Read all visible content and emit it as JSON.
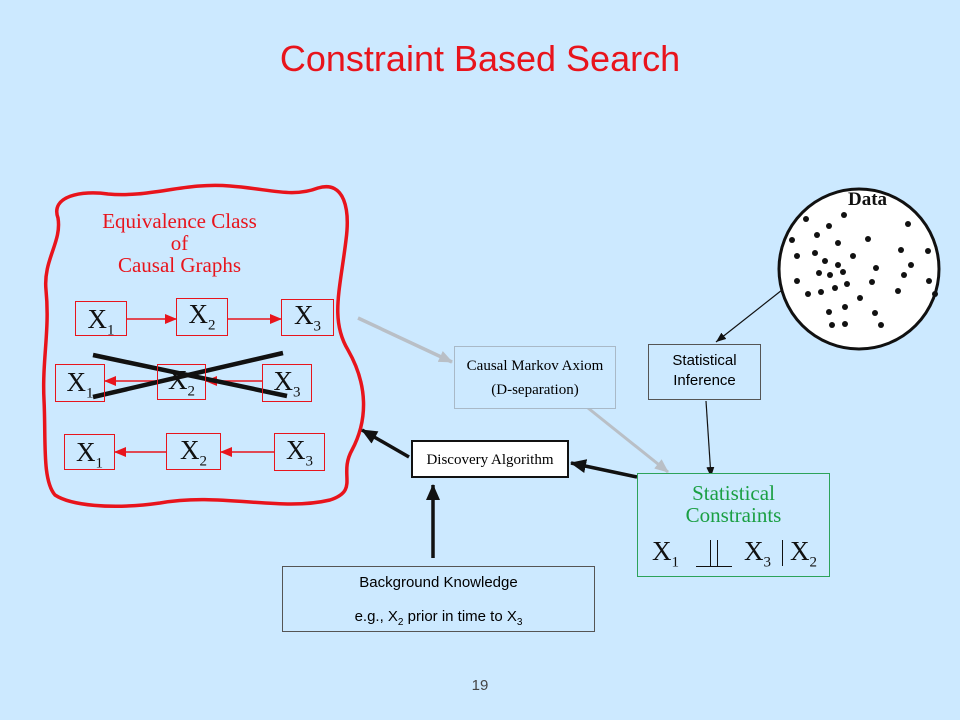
{
  "title": "Constraint Based Search",
  "equivalence_class": {
    "label_line1": "Equivalence Class of",
    "label_line2": "Causal Graphs",
    "rows": [
      {
        "nodes": [
          {
            "base": "X",
            "sub": "1"
          },
          {
            "base": "X",
            "sub": "2"
          },
          {
            "base": "X",
            "sub": "3"
          }
        ],
        "arrows": "right",
        "crossed": false
      },
      {
        "nodes": [
          {
            "base": "X",
            "sub": "1"
          },
          {
            "base": "X",
            "sub": "2"
          },
          {
            "base": "X",
            "sub": "3"
          }
        ],
        "arrows": "left",
        "crossed": true
      },
      {
        "nodes": [
          {
            "base": "X",
            "sub": "1"
          },
          {
            "base": "X",
            "sub": "2"
          },
          {
            "base": "X",
            "sub": "3"
          }
        ],
        "arrows": "left",
        "crossed": false
      }
    ]
  },
  "causal_markov": {
    "line1": "Causal Markov Axiom",
    "line2": "(D-separation)"
  },
  "discovery_algorithm": "Discovery Algorithm",
  "data": {
    "label": "Data"
  },
  "statistical_inference": {
    "line1": "Statistical",
    "line2": "Inference"
  },
  "statistical_constraints": {
    "line1": "Statistical",
    "line2": "Constraints",
    "x1": "X",
    "x1_sub": "1",
    "x3": "X",
    "x3_sub": "3",
    "x2": "X",
    "x2_sub": "2"
  },
  "background_knowledge": {
    "line1": "Background Knowledge",
    "line2_prefix": "e.g.,  X",
    "line2_sub1": "2",
    "line2_mid": " prior in time to X",
    "line2_sub2": "3"
  },
  "page_number": "19",
  "colors": {
    "title_red": "#e8141c",
    "constraint_green": "#1a9f43",
    "background": "#cce9ff"
  }
}
